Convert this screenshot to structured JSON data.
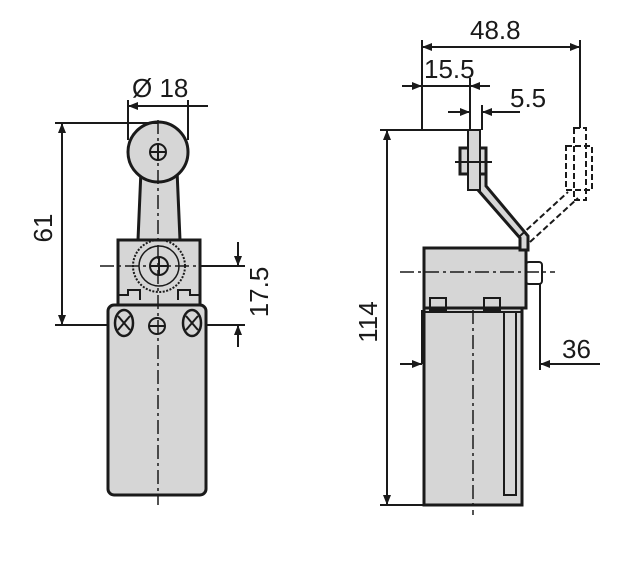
{
  "dimensions": {
    "roller_diameter": "Ø 18",
    "overall_height_to_mount": "61",
    "head_height": "17.5",
    "total_height": "114",
    "arm_reach": "48.8",
    "arm_offset": "15.5",
    "roller_width": "5.5",
    "body_depth": "36"
  },
  "colors": {
    "body_fill": "#d6d6d6",
    "line": "#1a1a1a"
  }
}
